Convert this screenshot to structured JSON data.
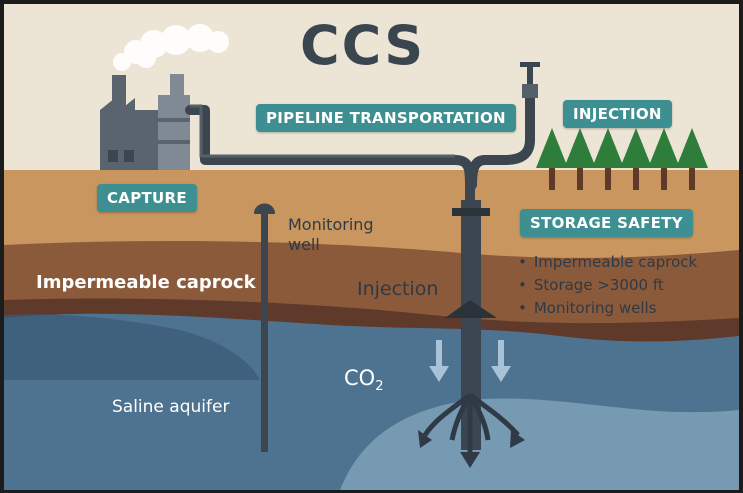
{
  "title": "CCS",
  "labels": {
    "pipeline": "PIPELINE TRANSPORTATION",
    "injection_top": "INJECTION",
    "capture": "CAPTURE",
    "storage_safety": "STORAGE SAFETY",
    "monitoring_well_line1": "Monitoring",
    "monitoring_well_line2": "well",
    "caprock": "Impermeable caprock",
    "injection_mid": "Injection",
    "co2_prefix": "CO",
    "co2_sub": "2",
    "saline_aquifer": "Saline aquifer"
  },
  "storage_safety_items": [
    "Impermeable caprock",
    "Storage >3000 ft",
    "Monitoring wells"
  ],
  "colors": {
    "sky": "#ece5d6",
    "topsoil": "#c9965f",
    "caprock_layer": "#8a5a3b",
    "deep_rock": "#5f3a2a",
    "aquifer": "#4e7390",
    "aquifer_deep": "#3a5a75",
    "tag": "#3d8f91",
    "pipe": "#3c4650",
    "trees": "#2f7d3b"
  }
}
